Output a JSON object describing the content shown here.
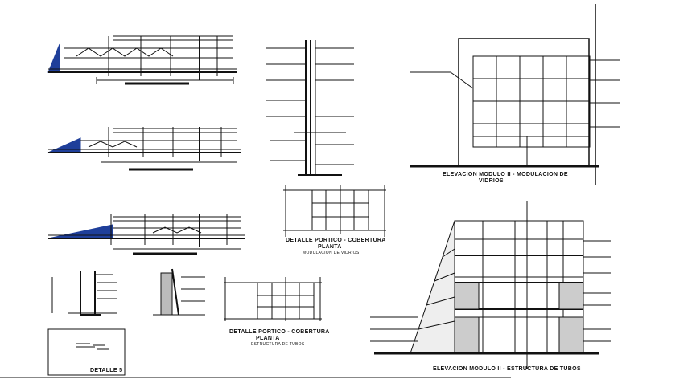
{
  "labels": {
    "detalle_portico_cobertura": "DETALLE PORTICO - COBERTURA",
    "planta_1": "PLANTA",
    "modulacion_de_vidrios": "MODULACION DE VIDRIOS",
    "elevacion_modulo_ii_modulacion": "ELEVACION MODULO II - MODULACION DE",
    "vidrios": "VIDRIOS",
    "detalle_portico_cobertura_2": "DETALLE PORTICO - COBERTURA",
    "planta_2": "PLANTA",
    "estructura_de_tubos": "ESTRUCTURA DE TUBOS",
    "elevacion_modulo_ii_estructura": "ELEVACION MODULO II - ESTRUCTURA DE TUBOS",
    "detalle_5": "DETALLE 5"
  },
  "colors": {
    "line": "#111111",
    "accent_blue": "#1f3f9a",
    "background": "#ffffff"
  }
}
